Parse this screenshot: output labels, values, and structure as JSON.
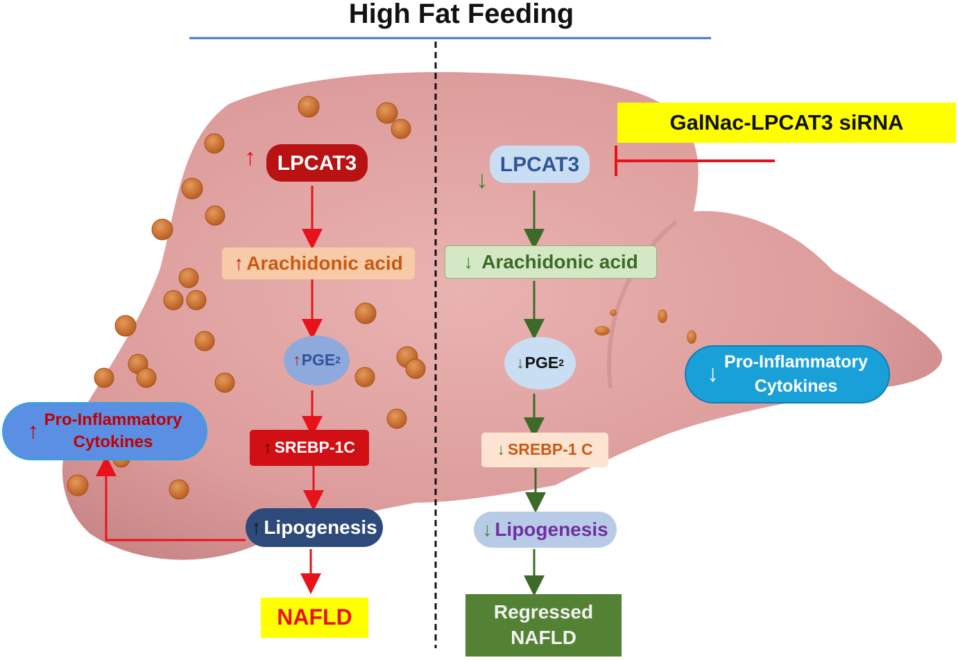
{
  "title": "High Fat Feeding",
  "treatment": "GalNac-LPCAT3 siRNA",
  "left": {
    "lpcat3": {
      "arrow": "↑",
      "label": "LPCAT3"
    },
    "arachidonic": {
      "arrow": "↑",
      "label": "Arachidonic acid"
    },
    "pge2": {
      "arrow": "↑",
      "label": "PGE",
      "sub": "2"
    },
    "srebp": {
      "arrow": "↑",
      "label": "SREBP-1C"
    },
    "lipogenesis": {
      "arrow": "↑",
      "label": "Lipogenesis"
    },
    "cytokines": {
      "arrow": "↑",
      "line1": "Pro-Inflammatory",
      "line2": "Cytokines"
    },
    "outcome": "NAFLD"
  },
  "right": {
    "lpcat3": {
      "arrow": "↓",
      "label": "LPCAT3"
    },
    "arachidonic": {
      "arrow": "↓",
      "label": "Arachidonic acid"
    },
    "pge2": {
      "arrow": "↓",
      "label": "PGE",
      "sub": "2"
    },
    "srebp": {
      "arrow": "↓",
      "label": "SREBP-1 C"
    },
    "lipogenesis": {
      "arrow": "↓",
      "label": "Lipogenesis"
    },
    "cytokines": {
      "arrow": "↓",
      "line1": "Pro-Inflammatory",
      "line2": "Cytokines"
    },
    "outcome": {
      "line1": "Regressed",
      "line2": "NAFLD"
    }
  },
  "colors": {
    "red": "#e8121a",
    "green": "#3d6a28",
    "liver": "#e2a3a1",
    "droplet": "#c86a2a",
    "highlight": "#ffff00"
  }
}
